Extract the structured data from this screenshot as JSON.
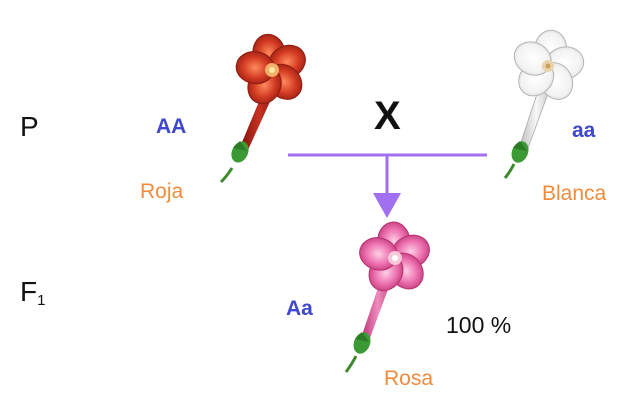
{
  "colors": {
    "genotype": "#3f48cc",
    "phenotype": "#f08a3c",
    "connector": "#a070f0",
    "red_flower": "#c0261a",
    "pink_flower": "#e0559a",
    "white_flower": "#f4f4f4",
    "stem": "#2f8a2f"
  },
  "generations": {
    "parental": "P",
    "filial_base": "F",
    "filial_sub": "1"
  },
  "cross_symbol": "X",
  "parents": {
    "left": {
      "genotype": "AA",
      "phenotype": "Roja",
      "flower_icon": "red-flower-icon"
    },
    "right": {
      "genotype": "aa",
      "phenotype": "Blanca",
      "flower_icon": "white-flower-icon"
    }
  },
  "offspring": {
    "genotype": "Aa",
    "phenotype": "Rosa",
    "percentage": "100 %",
    "flower_icon": "pink-flower-icon"
  }
}
